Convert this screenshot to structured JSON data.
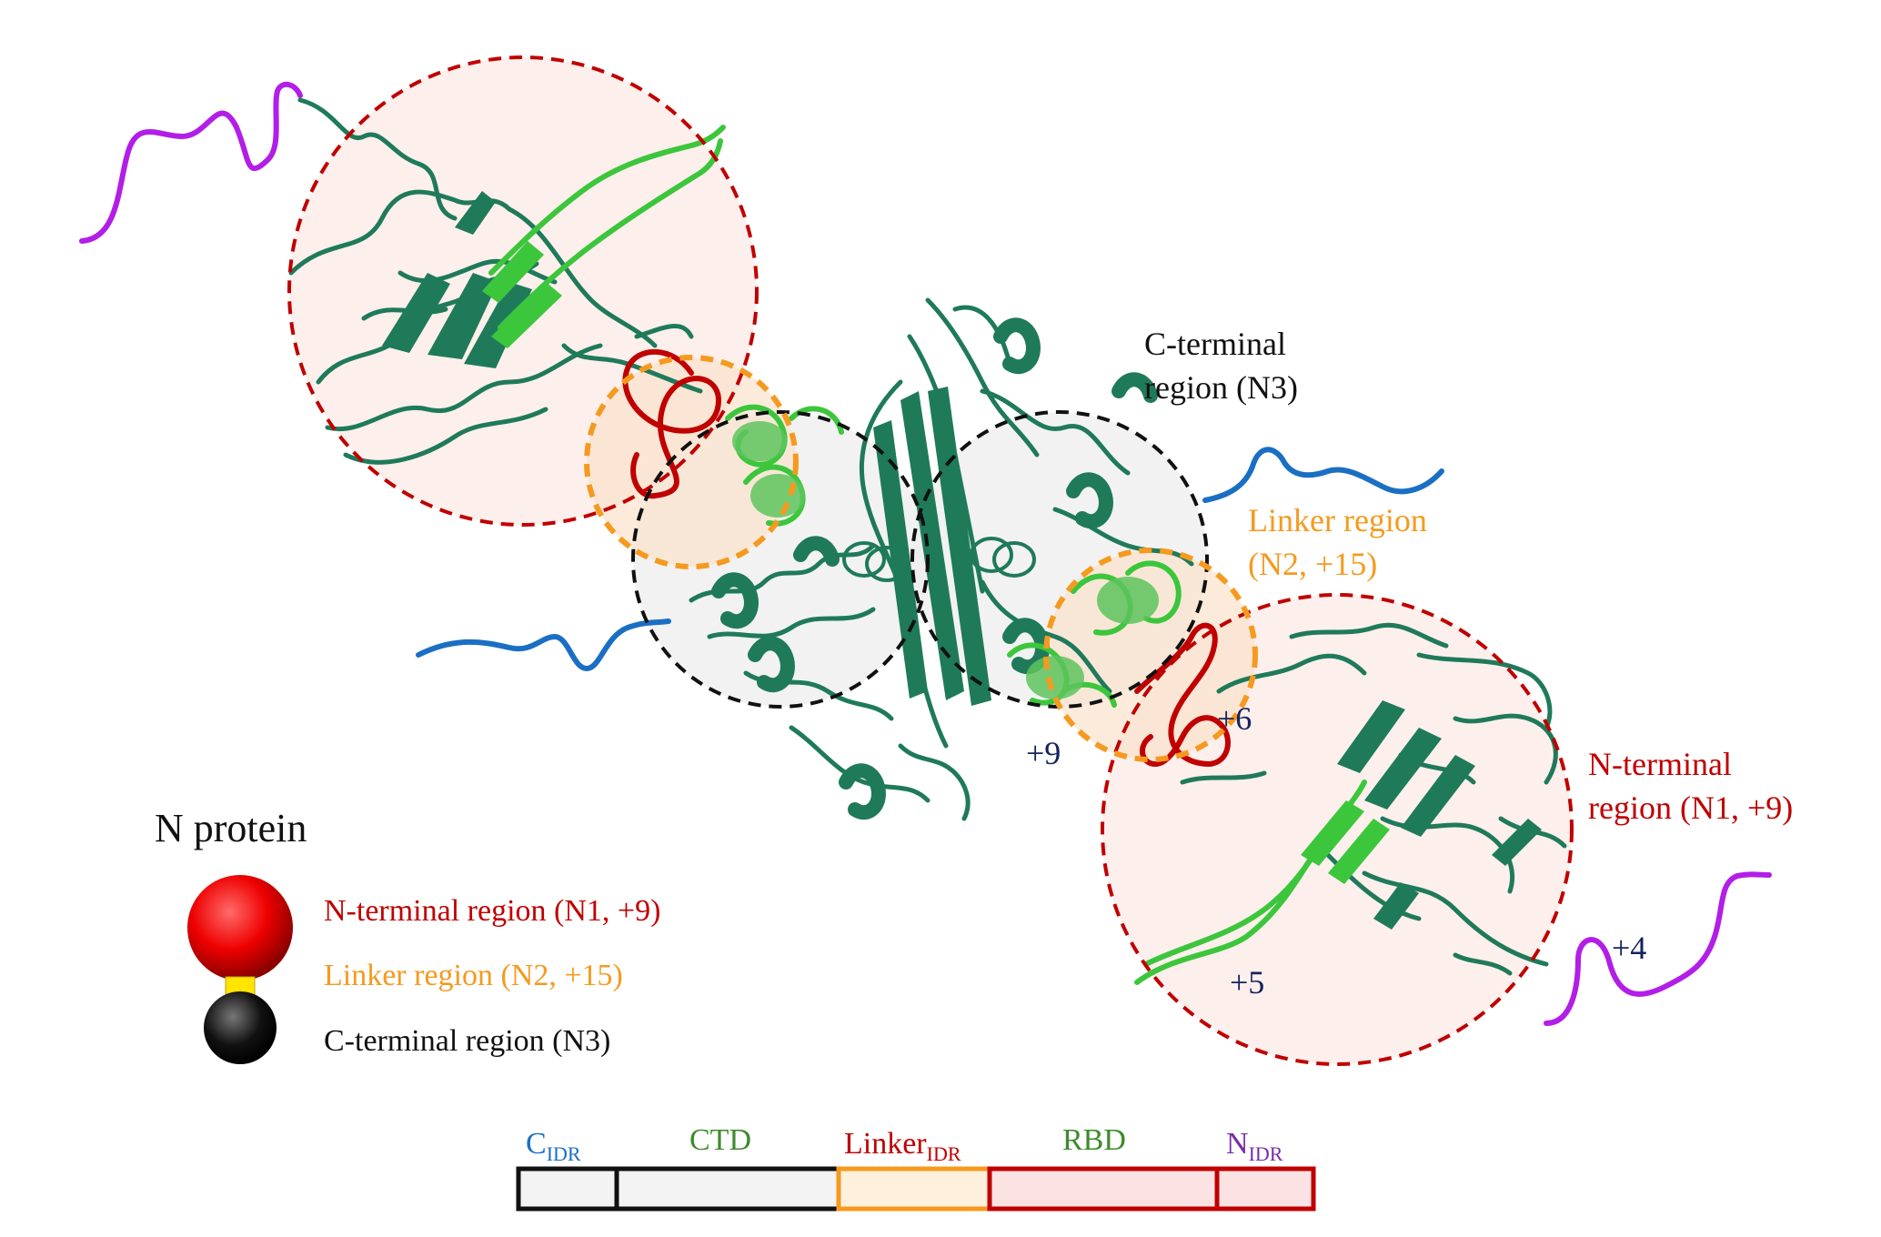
{
  "colors": {
    "n_terminal": "#c00000",
    "linker": "#f59a1f",
    "c_terminal": "#111111",
    "protein": "#1f7a5a",
    "rbd_highlight": "#3cc63c",
    "c_idr": "#1a6fc4",
    "n_idr": "#b21ee8",
    "charge_text": "#14235e",
    "ctd_text": "#3f8b2e",
    "rbd_text": "#3f8b2e"
  },
  "labels": {
    "c_terminal_line1": "C-terminal",
    "c_terminal_line2": "region (N3)",
    "linker_line1": "Linker region",
    "linker_line2": "(N2, +15)",
    "n_terminal_line1": "N-terminal",
    "n_terminal_line2": "region (N1, +9)"
  },
  "charges": {
    "plus9": "+9",
    "plus6": "+6",
    "plus5": "+5",
    "plus4": "+4"
  },
  "legend": {
    "title": "N protein",
    "items": [
      "N-terminal region (N1, +9)",
      "Linker region (N2, +15)",
      "C-terminal region (N3)"
    ]
  },
  "domain_bar": {
    "c_idr": {
      "main": "C",
      "sub": "IDR"
    },
    "ctd": "CTD",
    "linker_idr": {
      "main": "Linker",
      "sub": "IDR"
    },
    "rbd": "RBD",
    "n_idr": {
      "main": "N",
      "sub": "IDR"
    }
  }
}
